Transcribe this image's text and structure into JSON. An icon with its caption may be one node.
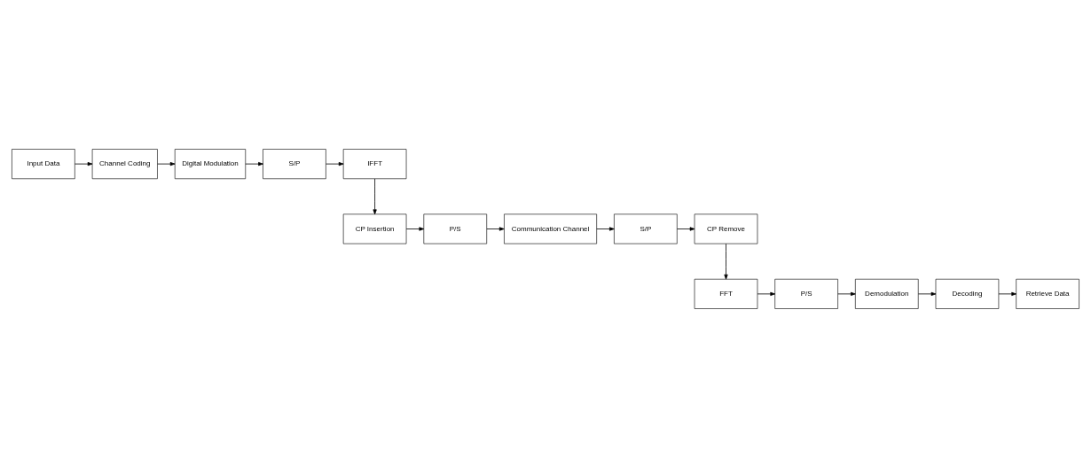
{
  "diagram": {
    "nodes": [
      {
        "text": [
          "Input Data"
        ]
      },
      {
        "text": [
          "Channel Coding"
        ]
      },
      {
        "text": [
          "Digital Modulation"
        ]
      },
      {
        "text": [
          "S/P"
        ]
      },
      {
        "text": [
          "IFFT"
        ]
      },
      {
        "text": [
          "CP Insertion"
        ]
      },
      {
        "text": [
          "P/S"
        ]
      },
      {
        "text": [
          "Communication Channel"
        ]
      },
      {
        "text": [
          "S/P"
        ]
      },
      {
        "text": [
          "CP Remove"
        ]
      },
      {
        "text": [
          "FFT"
        ]
      },
      {
        "text": [
          "P/S"
        ]
      },
      {
        "text": [
          "Demodulation"
        ]
      },
      {
        "text": [
          "Decoding"
        ]
      },
      {
        "text": [
          "Retrieve Data"
        ]
      }
    ],
    "edges": [
      {
        "from": 0,
        "to": 1,
        "arrow": "to"
      },
      {
        "from": 1,
        "to": 2,
        "arrow": "to"
      },
      {
        "from": 2,
        "to": 3,
        "arrow": "to"
      },
      {
        "from": 3,
        "to": 4,
        "arrow": "to"
      },
      {
        "from": 4,
        "to": 5,
        "arrow": "to"
      },
      {
        "from": 5,
        "to": 6,
        "arrow": "to"
      },
      {
        "from": 6,
        "to": 7,
        "arrow": "to"
      },
      {
        "from": 7,
        "to": 8,
        "arrow": "to"
      },
      {
        "from": 8,
        "to": 9,
        "arrow": "to"
      },
      {
        "from": 9,
        "to": 10,
        "arrow": "to"
      },
      {
        "from": 10,
        "to": 11,
        "arrow": "to"
      },
      {
        "from": 11,
        "to": 12,
        "arrow": "to"
      },
      {
        "from": 12,
        "to": 13,
        "arrow": "to"
      },
      {
        "from": 13,
        "to": 14,
        "arrow": "to"
      }
    ]
  }
}
